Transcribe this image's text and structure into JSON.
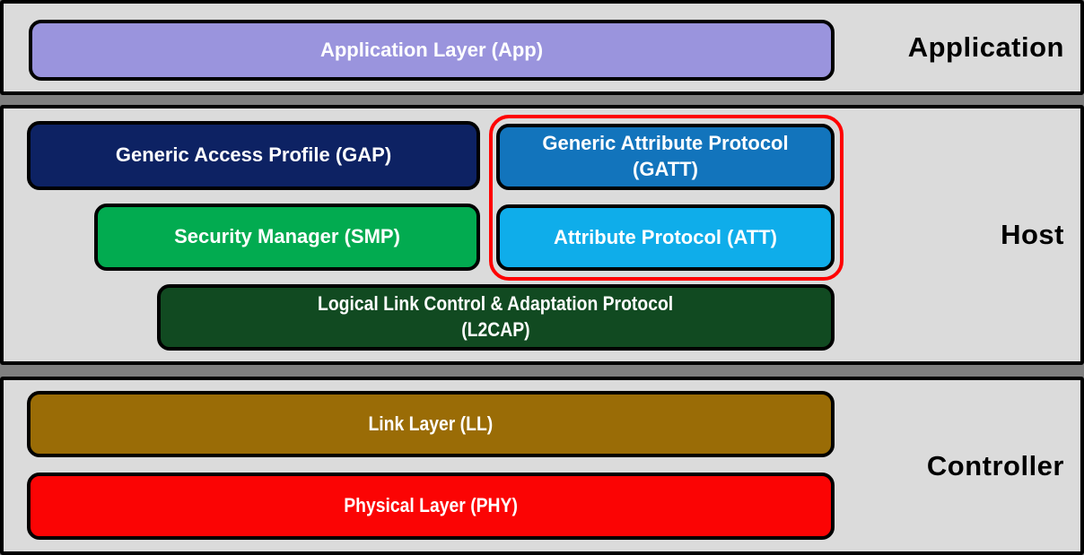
{
  "colors": {
    "page_gap": "#7f7f7f",
    "section_bg": "#dbdbdb",
    "section_border": "#000000",
    "box_text": "#ffffff",
    "section_label_text": "#000000",
    "highlight_outline": "#ff0000",
    "app_box": "#9a94dd",
    "gap_box": "#0d2263",
    "gatt_box": "#1274bc",
    "smp_box": "#02ab50",
    "att_box": "#0fadea",
    "l2cap_box": "#114a21",
    "ll_box": "#9a6c06",
    "phy_box": "#fb0404"
  },
  "application_section": {
    "label": "Application",
    "app_box": {
      "line1": "Application Layer (App)"
    }
  },
  "host_section": {
    "label": "Host",
    "gap_box": {
      "line1": "Generic Access Profile (GAP)"
    },
    "gatt_box": {
      "line1": "Generic Attribute Protocol",
      "line2": "(GATT)"
    },
    "smp_box": {
      "line1": "Security Manager (SMP)"
    },
    "att_box": {
      "line1": "Attribute Protocol (ATT)"
    },
    "l2cap_box": {
      "line1": "Logical Link Control & Adaptation Protocol",
      "line2": "(L2CAP)"
    }
  },
  "controller_section": {
    "label": "Controller",
    "ll_box": {
      "line1": "Link Layer (LL)"
    },
    "phy_box": {
      "line1": "Physical Layer (PHY)"
    }
  }
}
